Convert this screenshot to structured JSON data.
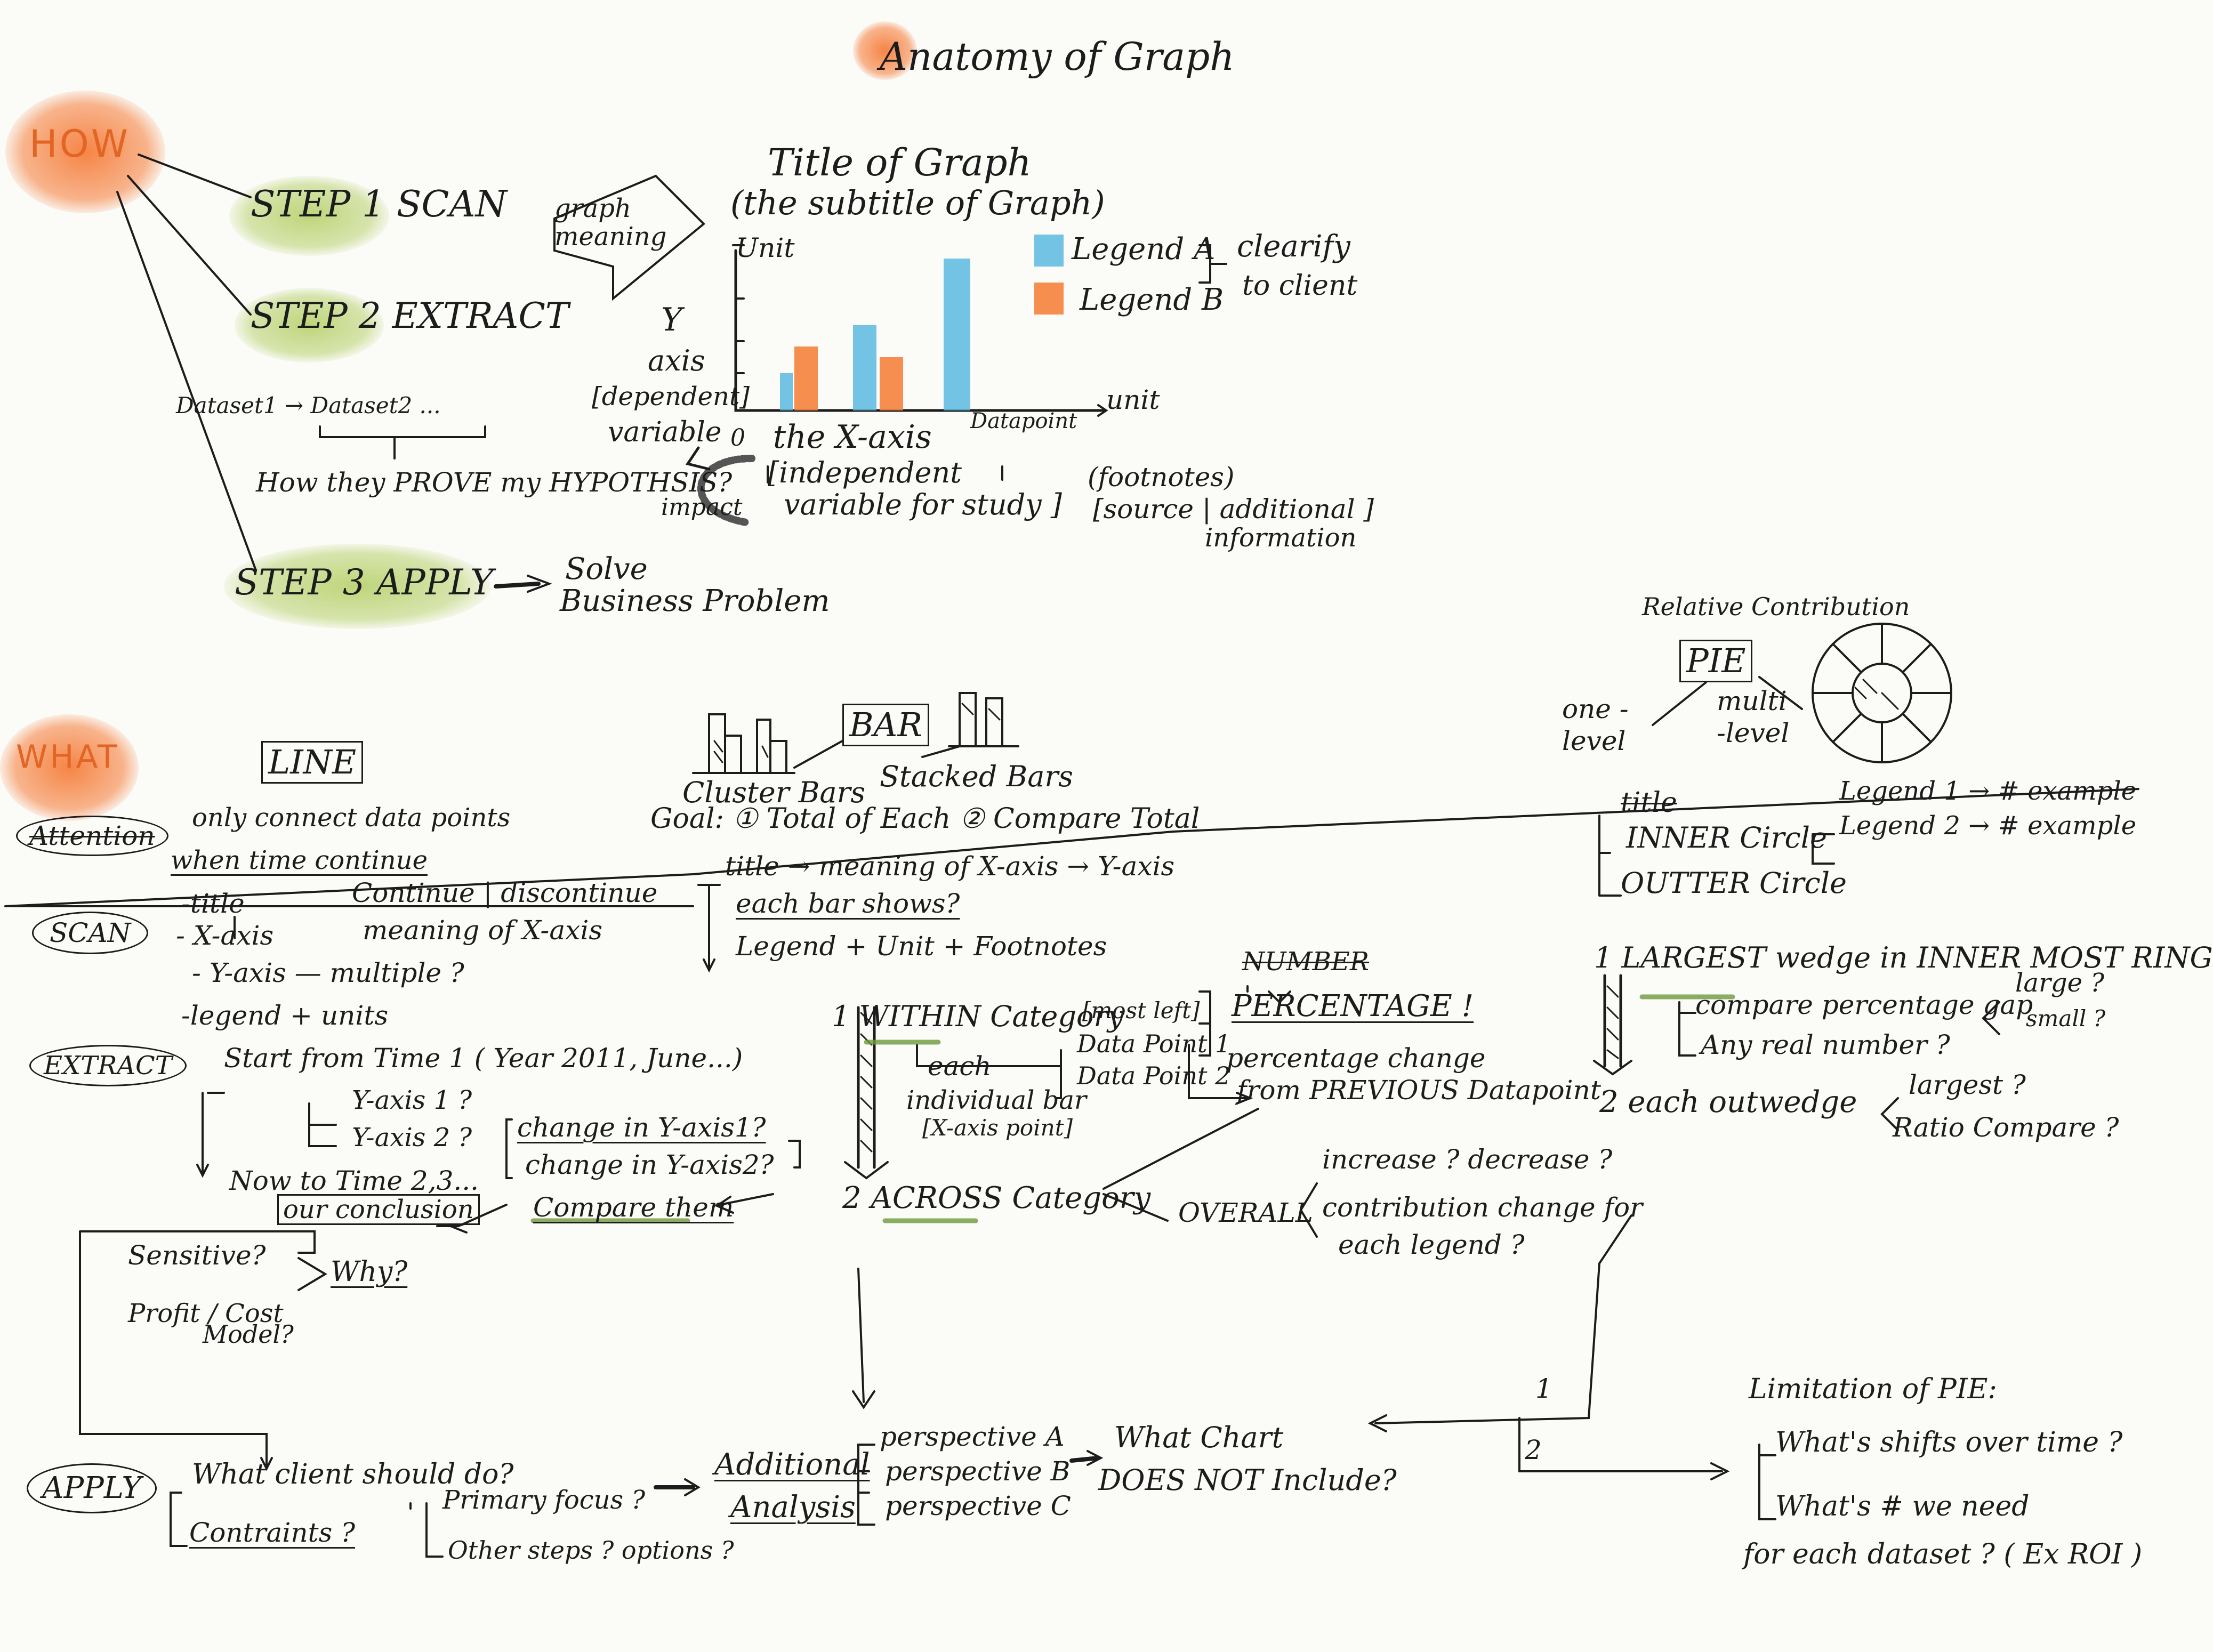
{
  "title": "Anatomy of Graph",
  "how": {
    "label": "HOW",
    "step1": "STEP 1 SCAN",
    "graph_meaning": "graph meaning",
    "step2": "STEP 2 EXTRACT",
    "datasets": "Dataset1 → Dataset2 ...",
    "hypothesis": "How they PROVE my HYPOTHSIS?",
    "prove": "PROVE",
    "step3": "STEP 3 APPLY",
    "solve_1": "Solve",
    "solve_2": "Business Problem"
  },
  "sample_graph": {
    "title": "Title of Graph",
    "subtitle": "(the subtitle of Graph)",
    "y_unit": "Unit",
    "x_unit": "unit",
    "legend_a": "Legend A",
    "legend_b": "Legend B",
    "legend_note_1": "clearify",
    "legend_note_2": "to client",
    "y_axis_1": "Y",
    "y_axis_2": "axis",
    "y_axis_3": "[dependent]",
    "y_axis_4": "variable",
    "origin": "0",
    "x_axis_1": "the X-axis",
    "x_axis_2": "[independent",
    "x_axis_3": "variable for study ]",
    "datapoint": "Datapoint",
    "impact": "impact",
    "footnotes_1": "(footnotes)",
    "footnotes_2": "[source | additional ]",
    "footnotes_3": "information",
    "colors": {
      "legend_a": "#5bb8e0",
      "legend_b": "#f5823c"
    }
  },
  "what": {
    "label": "WHAT",
    "line": "LINE",
    "bar": "BAR",
    "cluster_bars": "Cluster Bars",
    "stacked_bars": "Stacked Bars",
    "bar_goal": "Goal: ① Total of Each ② Compare Total",
    "pie": "PIE",
    "relative_contribution": "Relative Contribution",
    "one_level": "one -level",
    "multi_level": "multi -level"
  },
  "attention": {
    "label": "Attention",
    "text_1": "only connect data points",
    "text_2": "when time continue"
  },
  "scan": {
    "label": "SCAN",
    "line_title": "-title",
    "line_x": "- X-axis",
    "continue": "Continue | discontinue",
    "meaning_x": "meaning of X-axis",
    "line_y": "- Y-axis — multiple ?",
    "legend_units": "-legend + units",
    "bar_title": "title → meaning of X-axis → Y-axis",
    "bar_each": "each bar shows?",
    "bar_legend": "Legend + Unit + Footnotes",
    "pie_title": "title",
    "pie_inner": "INNER Circle",
    "pie_legend1": "Legend 1 → # example",
    "pie_legend2": "Legend 2 → # example",
    "pie_outer": "OUTTER Circle"
  },
  "extract": {
    "label": "EXTRACT",
    "start": "Start from Time 1 ( Year 2011, June...)",
    "y1": "Y-axis 1 ?",
    "y2": "Y-axis 2 ?",
    "change1": "change in Y-axis1?",
    "change2": "change in Y-axis2?",
    "compare": "Compare them",
    "now": "Now to Time 2,3...",
    "conclusion": "our conclusion",
    "sensitive": "Sensitive?",
    "why": "Why?",
    "profit": "Profit / Cost",
    "model": "Model?",
    "within": "1 WITHIN Category",
    "most_left": "[most left]",
    "dp1": "Data Point 1",
    "dp2": "Data Point 2",
    "number": "NUMBER",
    "percentage": "PERCENTAGE !",
    "pct_change": "percentage change",
    "from_prev": "from PREVIOUS Datapoint",
    "each": "each",
    "indiv_bar": "individual bar",
    "x_axis_point": "[X-axis point]",
    "across": "2 ACROSS Category",
    "overall": "OVERALL",
    "increase": "increase ? decrease ?",
    "contribution": "contribution change for",
    "each_legend": "each legend ?",
    "largest_wedge": "1 LARGEST wedge in INNER MOST RING",
    "compare_gap": "compare percentage gap",
    "large": "large ?",
    "small": "small ?",
    "real_number": "Any real number ?",
    "each_outwedge": "2 each outwedge",
    "largest": "largest ?",
    "ratio": "Ratio Compare ?"
  },
  "apply": {
    "label": "APPLY",
    "client": "What client should do?",
    "constraints": "Contraints ?",
    "primary": "Primary focus ?",
    "other_steps": "Other steps ? options ?",
    "additional": "Additional",
    "analysis": "Analysis",
    "persp_a": "perspective A",
    "persp_b": "perspective B",
    "persp_c": "perspective C",
    "what_chart": "What Chart",
    "does_not": "DOES NOT Include?",
    "n1": "1",
    "n2": "2",
    "limitation": "Limitation of PIE:",
    "shifts": "What's shifts over time ?",
    "number_need": "What's # we need",
    "each_dataset": "for each dataset ? ( Ex ROI )"
  }
}
